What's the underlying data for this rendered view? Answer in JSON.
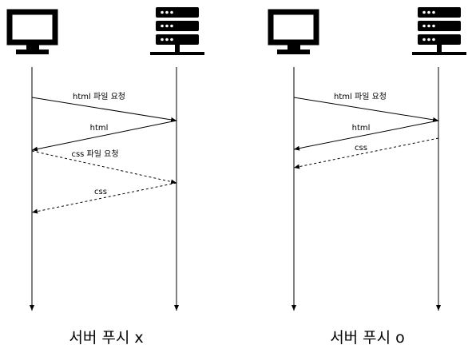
{
  "panels": [
    {
      "caption": "서버 푸시 x",
      "messages": [
        {
          "label": "html 파일 요청",
          "direction": "client-to-server",
          "style": "solid"
        },
        {
          "label": "html",
          "direction": "server-to-client",
          "style": "solid"
        },
        {
          "label": "css 파일 요청",
          "direction": "client-to-server",
          "style": "dashed"
        },
        {
          "label": "css",
          "direction": "server-to-client",
          "style": "dashed"
        }
      ]
    },
    {
      "caption": "서버 푸시 o",
      "messages": [
        {
          "label": "html 파일 요청",
          "direction": "client-to-server",
          "style": "solid"
        },
        {
          "label": "html",
          "direction": "server-to-client",
          "style": "solid"
        },
        {
          "label": "css",
          "direction": "server-to-client",
          "style": "dashed"
        }
      ]
    }
  ],
  "icons": {
    "client": "monitor-icon",
    "server": "server-icon"
  },
  "colors": {
    "line": "#000000",
    "background": "#ffffff"
  }
}
